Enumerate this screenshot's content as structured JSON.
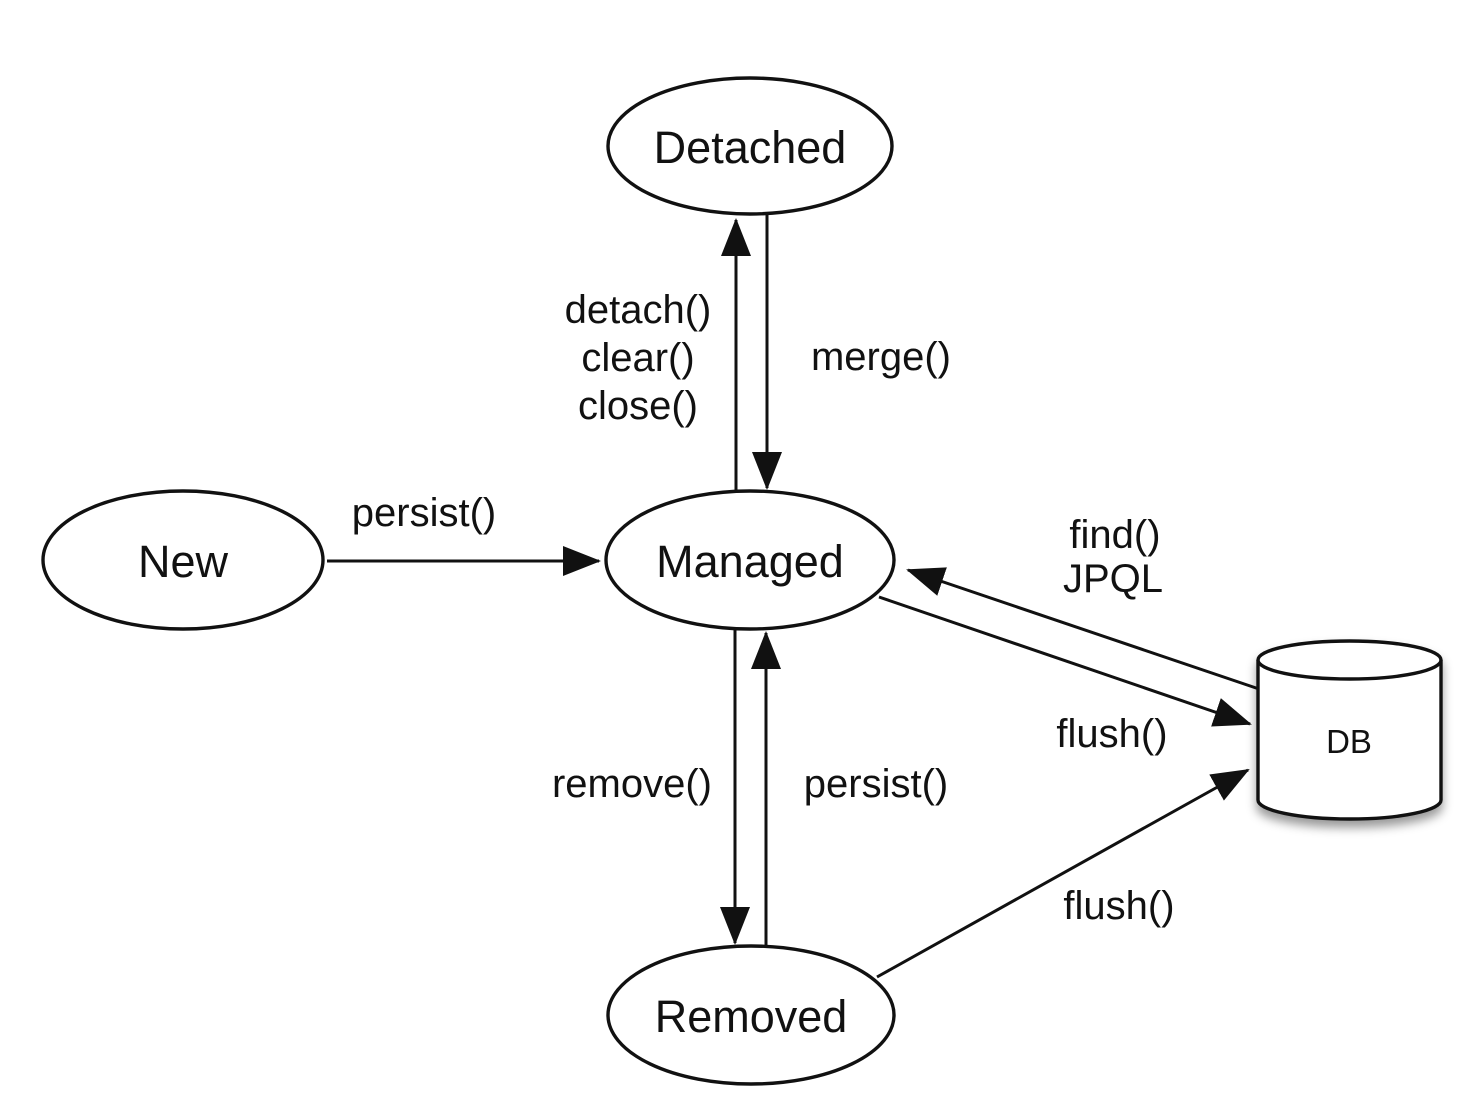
{
  "diagram": {
    "nodes": {
      "new": {
        "label": "New"
      },
      "managed": {
        "label": "Managed"
      },
      "detached": {
        "label": "Detached"
      },
      "removed": {
        "label": "Removed"
      },
      "db": {
        "label": "DB"
      }
    },
    "edges": {
      "new_to_managed": {
        "label": "persist()"
      },
      "managed_to_detached": {
        "lines": [
          "detach()",
          "clear()",
          "close()"
        ]
      },
      "detached_to_managed": {
        "label": "merge()"
      },
      "managed_to_removed": {
        "label": "remove()"
      },
      "removed_to_managed": {
        "label": "persist()"
      },
      "db_to_managed": {
        "lines": [
          "find()",
          "JPQL"
        ]
      },
      "managed_to_db": {
        "label": "flush()"
      },
      "removed_to_db": {
        "label": "flush()"
      }
    },
    "colors": {
      "stroke": "#111111",
      "text": "#111111",
      "background": "#ffffff"
    }
  }
}
